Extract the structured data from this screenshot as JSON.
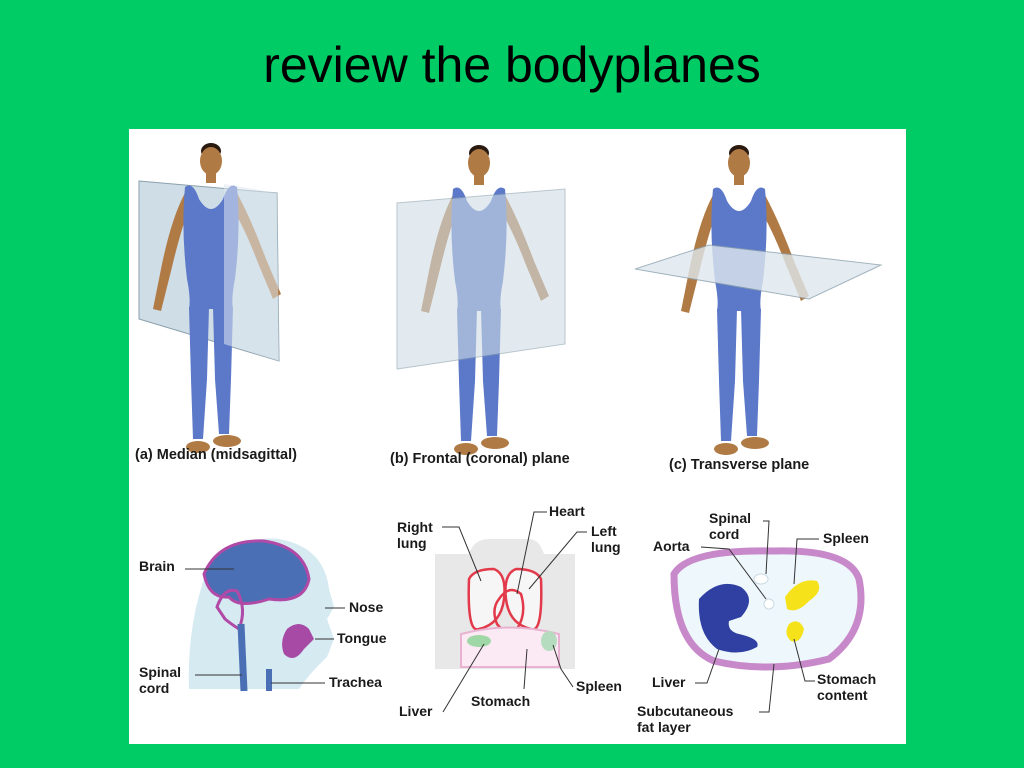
{
  "title": "review the bodyplanes",
  "planes": [
    {
      "letter": "(a)",
      "name": "Median (midsagittal)"
    },
    {
      "letter": "(b)",
      "name": "Frontal (coronal) plane"
    },
    {
      "letter": "(c)",
      "name": "Transverse plane"
    }
  ],
  "head_section": {
    "brain": "Brain",
    "nose": "Nose",
    "tongue": "Tongue",
    "spinal_cord": [
      "Spinal",
      "cord"
    ],
    "trachea": "Trachea"
  },
  "thorax_section": {
    "heart": "Heart",
    "right_lung": [
      "Right",
      "lung"
    ],
    "left_lung": [
      "Left",
      "lung"
    ],
    "liver": "Liver",
    "stomach": "Stomach",
    "spleen": "Spleen"
  },
  "abdomen_section": {
    "spinal_cord": [
      "Spinal",
      "cord"
    ],
    "aorta": "Aorta",
    "spleen": "Spleen",
    "liver": "Liver",
    "stomach_content": [
      "Stomach",
      "content"
    ],
    "subcutaneous_fat": [
      "Subcutaneous",
      "fat layer"
    ]
  },
  "colors": {
    "background": "#00cc66",
    "body_suit": "#5b78c9",
    "skin": "#b07a45",
    "plane_glass": "#cfdde6",
    "brain_outline": "#b04aa6",
    "lung_outline": "#e23a4a",
    "fat_layer": "#c789c9",
    "stomach_content": "#f5e21a"
  }
}
